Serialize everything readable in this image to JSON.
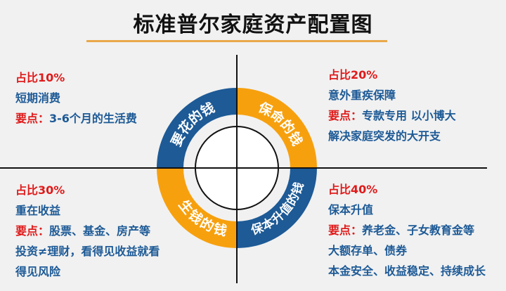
{
  "title": "标准普尔家庭资产配置图",
  "colors": {
    "blue": "#1d5a96",
    "orange": "#f7a00e",
    "red": "#e01a1a",
    "underline": "#e9a84b",
    "background": "#f1f1f1"
  },
  "ring": {
    "segments": [
      {
        "label": "要花的钱",
        "color": "#1d5a96",
        "position": "top-left"
      },
      {
        "label": "保命的钱",
        "color": "#f7a00e",
        "position": "top-right"
      },
      {
        "label": "生钱的钱",
        "color": "#f7a00e",
        "position": "bottom-left"
      },
      {
        "label": "保本升值的钱",
        "color": "#1d5a96",
        "position": "bottom-right"
      }
    ]
  },
  "quadrants": {
    "top_left": {
      "percent": "占比10%",
      "purpose": "短期消费",
      "key_label": "要点：",
      "key_text": "3-6个月的生活费",
      "extra": []
    },
    "top_right": {
      "percent": "占比20%",
      "purpose": "意外重疾保障",
      "key_label": "要点：",
      "key_text": "专款专用 以小博大",
      "extra": [
        "解决家庭突发的大开支"
      ]
    },
    "bottom_left": {
      "percent": "占比30%",
      "purpose": "重在收益",
      "key_label": "要点：",
      "key_text": "股票、基金、房产等",
      "extra": [
        "投资≠理财，看得见收益就看",
        "得见风险"
      ]
    },
    "bottom_right": {
      "percent": "占比40%",
      "purpose": "保本升值",
      "key_label": "要点：",
      "key_text": "养老金、子女教育金等",
      "extra": [
        "大额存单、债券",
        "本金安全、收益稳定、持续成长"
      ]
    }
  }
}
